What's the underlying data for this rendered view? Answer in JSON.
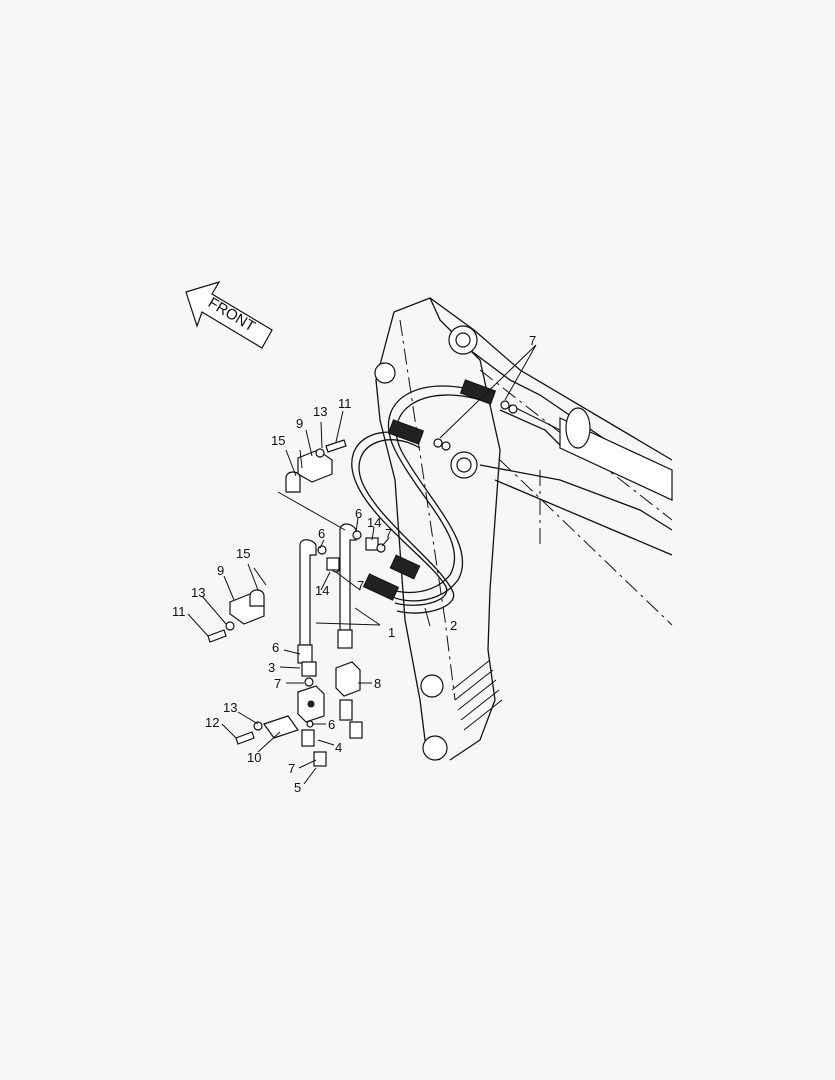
{
  "direction_label": "FRONT",
  "callouts": [
    {
      "id": "c1",
      "text": "1"
    },
    {
      "id": "c2",
      "text": "2"
    },
    {
      "id": "c3",
      "text": "3"
    },
    {
      "id": "c4",
      "text": "4"
    },
    {
      "id": "c5",
      "text": "5"
    },
    {
      "id": "c6a",
      "text": "6"
    },
    {
      "id": "c6b",
      "text": "6"
    },
    {
      "id": "c6c",
      "text": "6"
    },
    {
      "id": "c6d",
      "text": "6"
    },
    {
      "id": "c7a",
      "text": "7"
    },
    {
      "id": "c7b",
      "text": "7"
    },
    {
      "id": "c7c",
      "text": "7"
    },
    {
      "id": "c7d",
      "text": "7"
    },
    {
      "id": "c7e",
      "text": "7"
    },
    {
      "id": "c8",
      "text": "8"
    },
    {
      "id": "c9a",
      "text": "9"
    },
    {
      "id": "c9b",
      "text": "9"
    },
    {
      "id": "c10",
      "text": "10"
    },
    {
      "id": "c11a",
      "text": "11"
    },
    {
      "id": "c11b",
      "text": "11"
    },
    {
      "id": "c12",
      "text": "12"
    },
    {
      "id": "c13a",
      "text": "13"
    },
    {
      "id": "c13b",
      "text": "13"
    },
    {
      "id": "c13c",
      "text": "13"
    },
    {
      "id": "c14a",
      "text": "14"
    },
    {
      "id": "c14b",
      "text": "14"
    },
    {
      "id": "c15a",
      "text": "15"
    },
    {
      "id": "c15b",
      "text": "15"
    }
  ]
}
